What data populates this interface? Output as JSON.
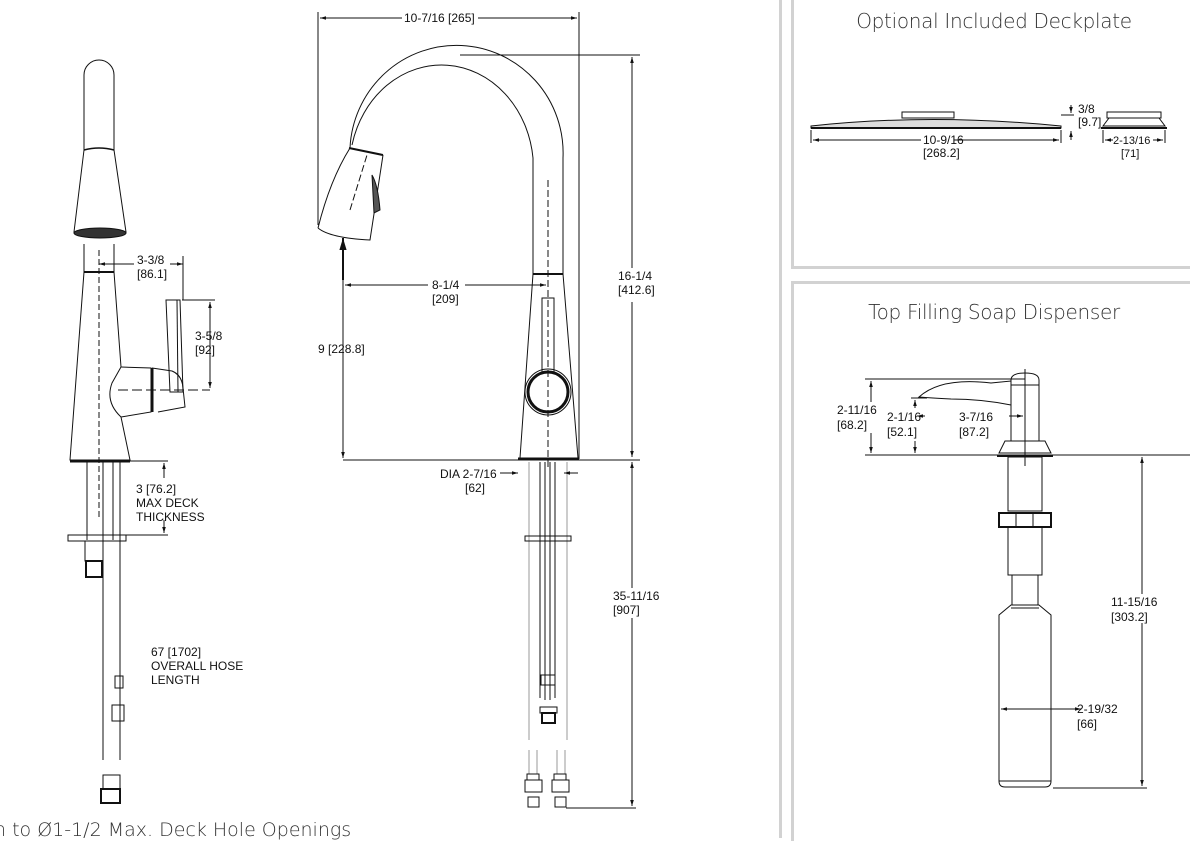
{
  "side_view": {
    "dims": {
      "spray_offset": "3-3/8",
      "spray_offset_mm": "[86.1]",
      "handle_height": "3-5/8",
      "handle_height_mm": "[92]",
      "deck_thickness": "3 [76.2]",
      "deck_line1": "MAX DECK",
      "deck_line2": "THICKNESS",
      "hose_length": "67  [1702]",
      "hose_line1": "OVERALL HOSE",
      "hose_line2": "LENGTH"
    }
  },
  "front_view": {
    "dims": {
      "width": "10-7/16 [265]",
      "height": "16-1/4",
      "height_mm": "[412.6]",
      "reach": "8-1/4",
      "reach_mm": "[209]",
      "spout_clearance": "9  [228.8]",
      "base_dia": "DIA 2-7/16",
      "base_dia_mm": "[62]",
      "overall_length": "35-11/16",
      "overall_length_mm": "[907]"
    }
  },
  "deckplate": {
    "title": "Optional Included Deckplate",
    "dims": {
      "thickness": "3/8",
      "thickness_mm": "[9.7]",
      "length": "10-9/16",
      "length_mm": "[268.2]",
      "width": "2-13/16",
      "width_mm": "[71]"
    }
  },
  "soap_dispenser": {
    "title": "Top Filling Soap Dispenser",
    "dims": {
      "height": "2-11/16",
      "height_mm": "[68.2]",
      "spout_height": "2-1/16",
      "spout_height_mm": "[52.1]",
      "reach": "3-7/16",
      "reach_mm": "[87.2]",
      "below_deck": "11-15/16",
      "below_deck_mm": "[303.2]",
      "bottle_dia": "2-19/32",
      "bottle_dia_mm": "[66]"
    }
  },
  "footnote": "n to  Ø1-1/2 Max. Deck Hole Openings"
}
